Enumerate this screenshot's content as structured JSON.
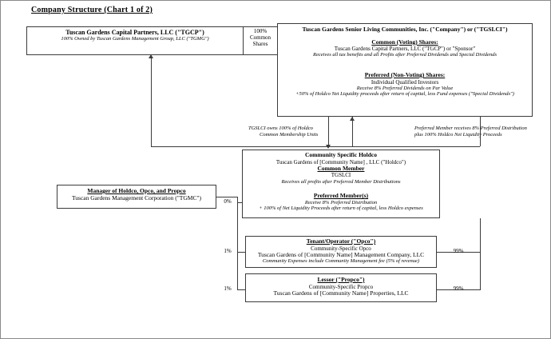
{
  "title": "Company Structure (Chart 1 of 2)",
  "boxes": {
    "tgcp": {
      "name": "Tuscan Gardens Capital Partners, LLC (\"TGCP\")",
      "sub": "100% Owned by Tuscan Gardens Management Group, LLC  (\"TGMG\")"
    },
    "company": {
      "name": "Tuscan Gardens Senior Living Communities, Inc. (\"Company\") or (\"TGSLCI\")",
      "common_heading": "Common (Voting) Shares:",
      "common_holder": "Tuscan Gardens Capital Partners, LLC (\"TGCP\") or \"Sponsor\"",
      "common_note": "Receives all tax benefits and all Profits after Preferred Dividends and Special Dividends",
      "pref_heading": "Preferred (Non-Voting) Shares:",
      "pref_holder": "Individual Qualified Investors",
      "pref_note1": "Receive 8% Preferred Dividends on Par Value",
      "pref_note2": "+50% of Holdco Net Liquidity proceeds after return of capital, less Fund expenses (\"Special Dividends\")"
    },
    "holdco": {
      "heading": "Community Specific Holdco",
      "name": "Tuscan Gardens of [Community Name] , LLC (\"Holdco\")",
      "common_member_heading": "Common Member",
      "common_member": "TGSLCI",
      "common_member_note": "Receives all profits after Preferred Member Distributions",
      "pref_member_heading": "Preferred Member(s)",
      "pref_member_note1": "Receive 8% Preferred Distribution",
      "pref_member_note2": "+  100% of Net Liquidity Proceeds after return of capital, less Holdco expenses"
    },
    "manager": {
      "heading": "Manager of Holdco, Opco, and Propco",
      "name": "Tuscan Gardens Management Corporation (\"TGMC\")"
    },
    "opco": {
      "heading": "Tenant/Operator (\"Opco\")",
      "sub": "Community-Specific Opco",
      "name": "Tuscan Gardens of [Community Name]  Management Company, LLC",
      "note": "Community Expenses include Community Management fee (5% of revenue)"
    },
    "propco": {
      "heading": "Lessor (\"Propco\")",
      "sub": "Community-Specific Propco",
      "name": "Tuscan Gardens of [Community Name] Properties, LLC"
    }
  },
  "percentages": {
    "tgcp_common_1": "100%",
    "tgcp_common_2": "Common",
    "tgcp_common_3": "Shares",
    "manager_holdco": "0%",
    "manager_opco": "1%",
    "manager_propco": "1%",
    "holdco_opco": "99%",
    "holdco_propco": "99%"
  },
  "notes": {
    "left_note1": "TGSLCI owns  100% of Holdco",
    "left_note2": "Common Membership Units",
    "right_note1": "Preferred Member receives 8% Preferred Distribution",
    "right_note2": "plus 100% Holdco Net Liquidity Proceeds"
  }
}
